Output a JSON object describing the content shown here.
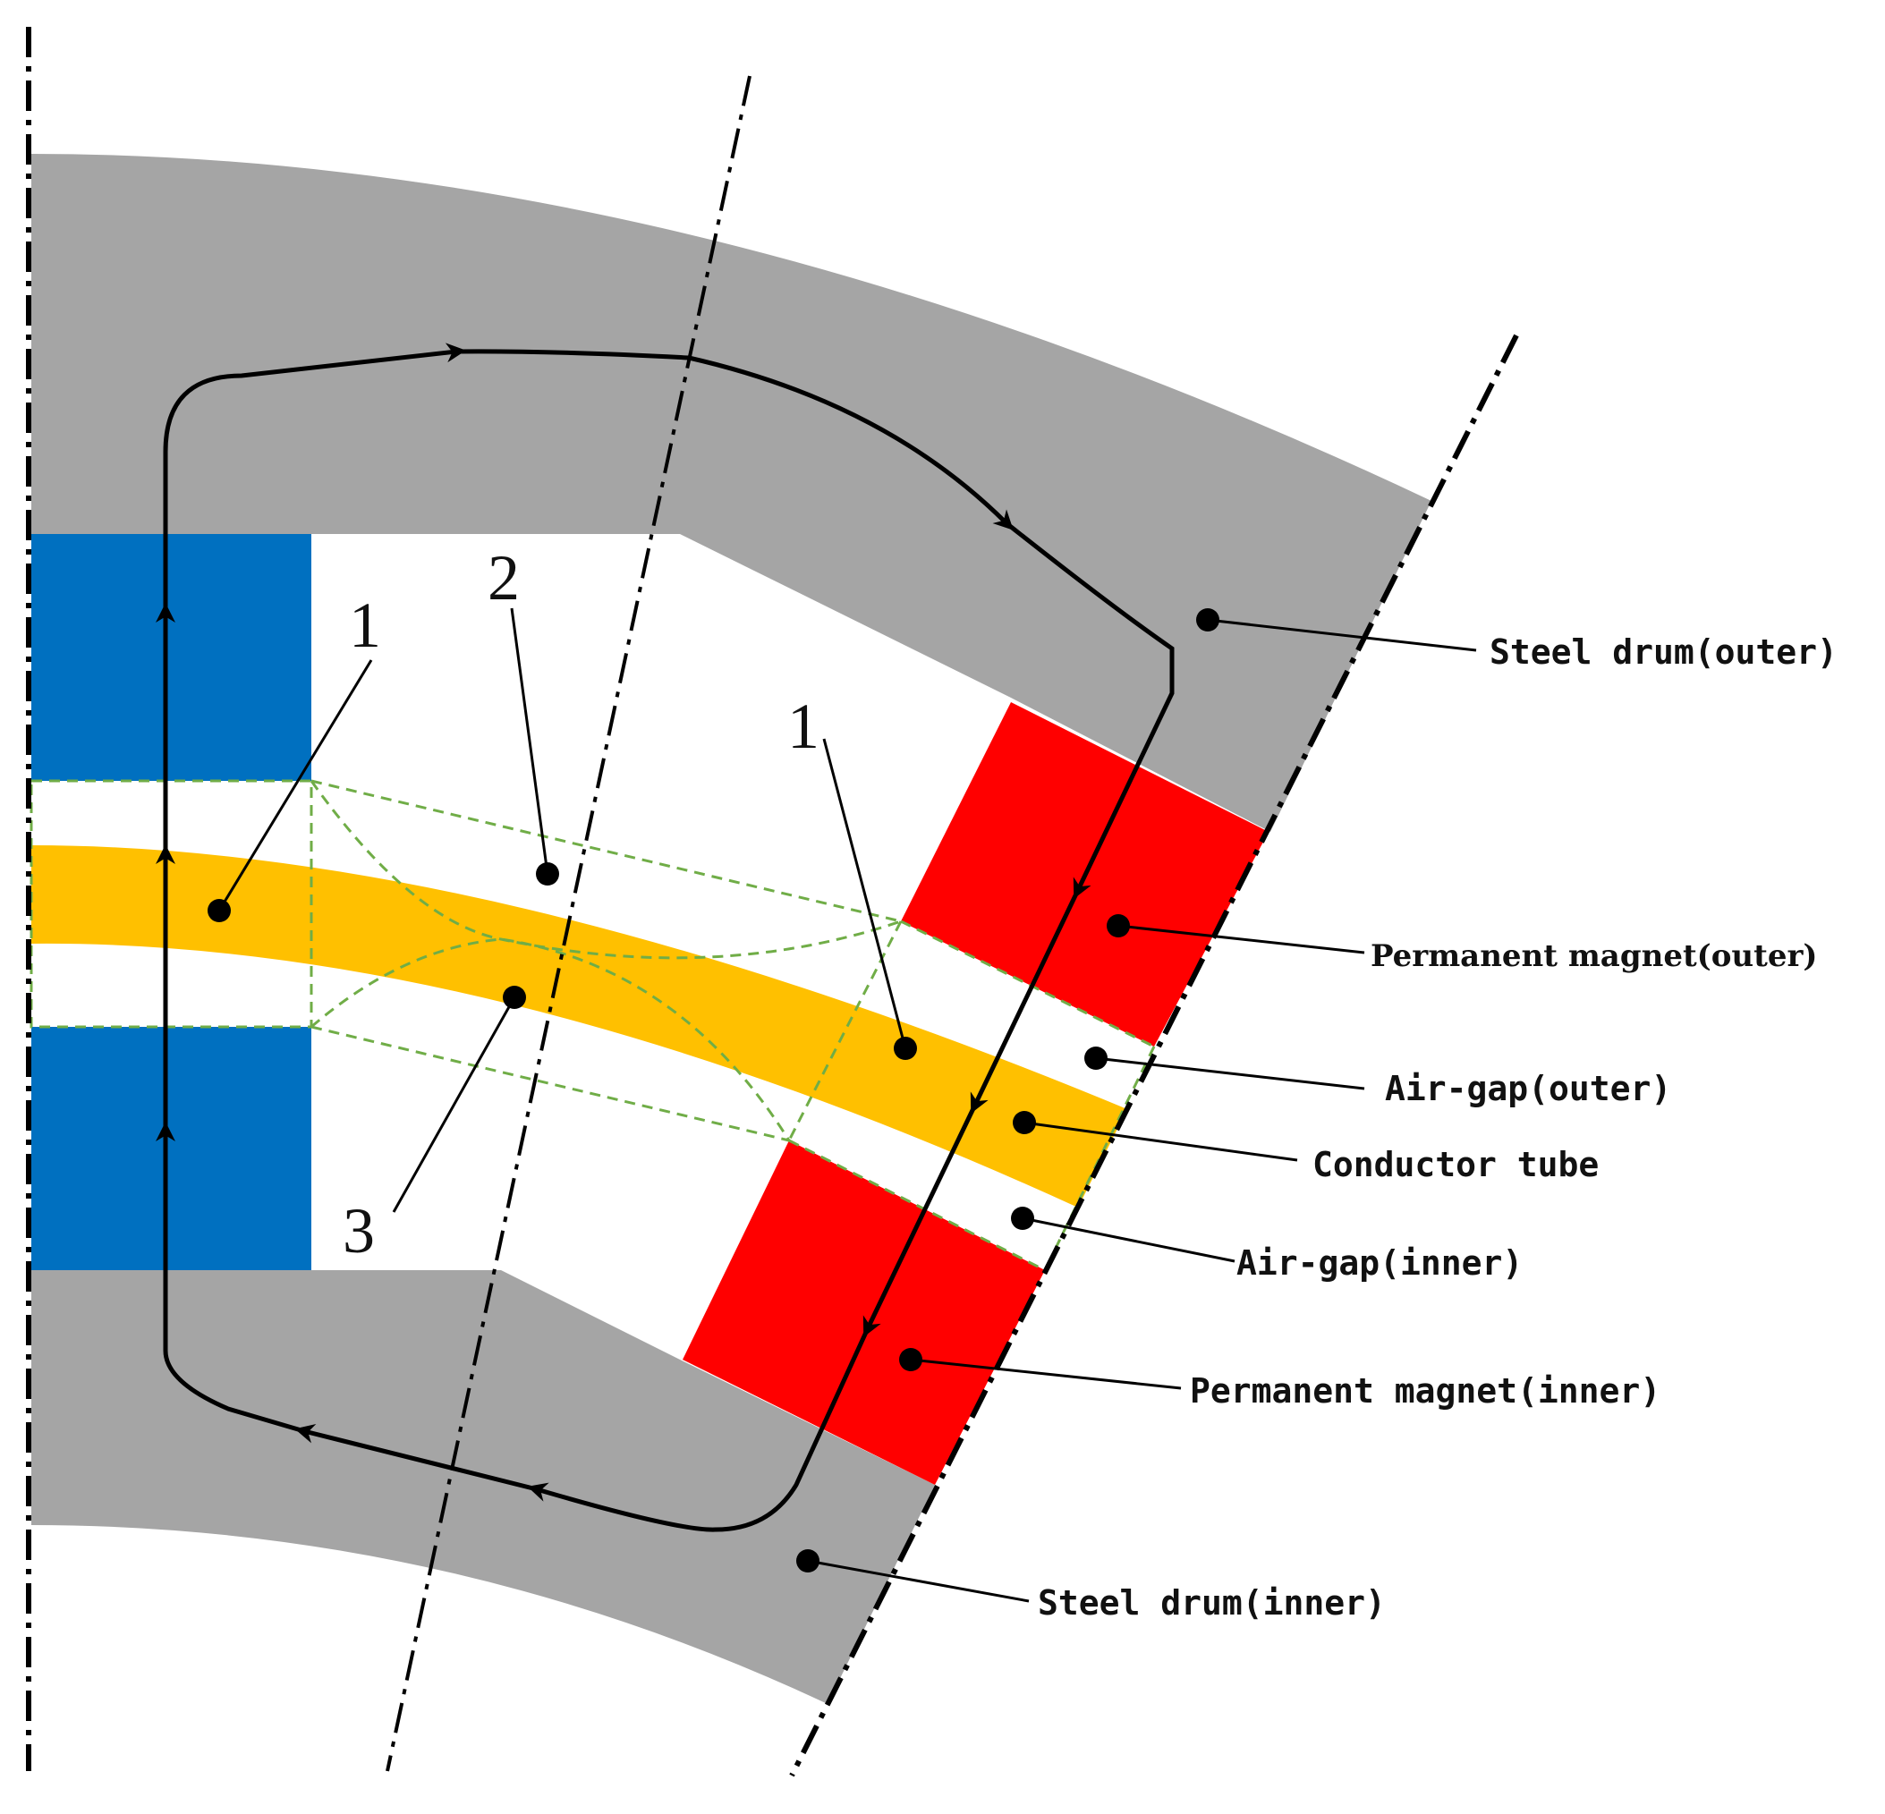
{
  "colors": {
    "steel": "#a5a5a5",
    "blue_magnet": "#0070c0",
    "red_magnet": "#ff0000",
    "conductor": "#ffc000",
    "dashed_outline": "#70ad47",
    "flux_path": "#000000"
  },
  "region_labels": {
    "steel_outer": "Steel drum(outer)",
    "pm_outer": "Permanent magnet(outer)",
    "airgap_outer": "Air-gap(outer)",
    "conductor_tube": "Conductor tube",
    "airgap_inner": "Air-gap(inner)",
    "pm_inner": "Permanent magnet(inner)",
    "steel_inner": "Steel drum(inner)"
  },
  "number_labels": {
    "left_one": "1",
    "two": "2",
    "right_one": "1",
    "three": "3"
  }
}
